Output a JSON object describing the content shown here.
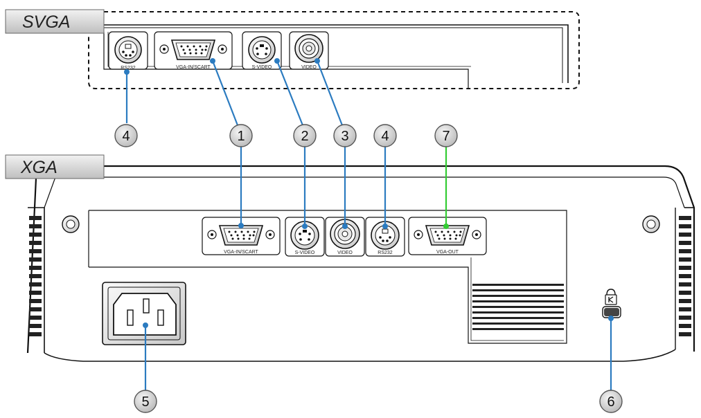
{
  "tabs": {
    "svga": "SVGA",
    "xga": "XGA"
  },
  "svga_ports": {
    "rs232": "RS232",
    "vga_in": "VGA-IN/SCART",
    "s_video": "S-VIDEO",
    "video": "VIDEO"
  },
  "xga_ports": {
    "vga_in": "VGA-IN/SCART",
    "s_video": "S-VIDEO",
    "video": "VIDEO",
    "rs232": "RS232",
    "vga_out": "VGA-OUT"
  },
  "callouts": {
    "c1": "1",
    "c2": "2",
    "c3": "3",
    "c4": "4",
    "c4_svga": "4",
    "c5": "5",
    "c6": "6",
    "c7": "7"
  },
  "colors": {
    "leader": "#2b7bc0",
    "leader_highlight": "#33cc33",
    "callout_fill": "#d9d9d9",
    "outline": "#1a1a1a"
  }
}
